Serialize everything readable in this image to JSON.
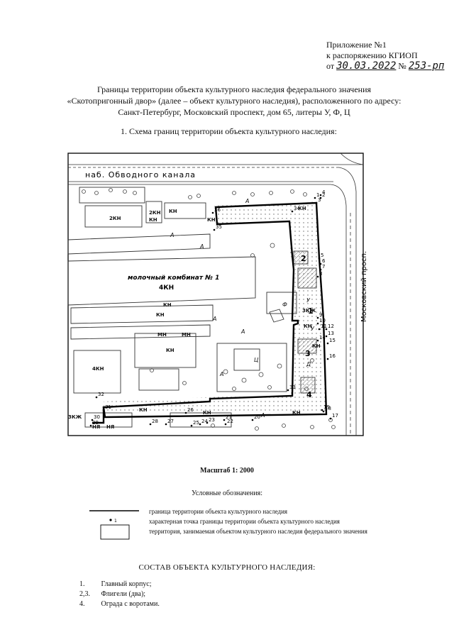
{
  "appendix": {
    "line1": "Приложение №1",
    "line2": "к распоряжению КГИОП",
    "from": "от",
    "date": "30.03.2022",
    "no_sign": "№",
    "number": "253-рп"
  },
  "title": {
    "line1": "Границы территории объекта культурного наследия федерального значения",
    "line2": "«Скотопригонный двор» (далее – объект культурного наследия), расположенного по адресу:",
    "line3": "Санкт-Петербург, Московский проспект, дом 65, литеры У, Ф, Ц"
  },
  "scheme_title": "1.   Схема границ территории объекта культурного наследия:",
  "map": {
    "labels": {
      "embankment": "наб. Обводного канала",
      "prospect": "Московский просп.",
      "factory": "молочный комбинат № 1",
      "factory_kn": "4КН"
    },
    "building_codes": [
      "2КН",
      "2КН",
      "КН",
      "КН",
      "КН",
      "КН",
      "4КН",
      "КН",
      "КН",
      "МН",
      "КН",
      "МН",
      "3КЖ",
      "КН",
      "КН",
      "КН",
      "КН",
      "НЯ",
      "НЯ",
      "3КЖ",
      "КН"
    ],
    "area_letters": [
      "А",
      "А",
      "А",
      "А",
      "А",
      "А",
      "А",
      "Ц",
      "Ф",
      "У",
      "У",
      "Д"
    ],
    "object_numbers": [
      "1",
      "2",
      "3",
      "4"
    ],
    "points": [
      "1",
      "2",
      "3",
      "4",
      "5",
      "6",
      "7",
      "8",
      "9",
      "10",
      "11",
      "12",
      "13",
      "14",
      "15",
      "16",
      "17",
      "18",
      "19",
      "20",
      "21",
      "22",
      "23",
      "24",
      "25",
      "26",
      "27",
      "28",
      "29",
      "30",
      "31",
      "32",
      "33",
      "34",
      "35",
      "36"
    ]
  },
  "scale": "Масштаб 1: 2000",
  "legend": {
    "title": "Условные обозначения:",
    "items": [
      {
        "text": "граница территории объекта культурного наследия",
        "symbol": "line"
      },
      {
        "text": "характерная точка границы территории объекта культурного наследия",
        "symbol": "point",
        "point_label": "1"
      },
      {
        "text": "территория, занимаемая объектом культурного наследия федерального значения",
        "symbol": "rect"
      }
    ]
  },
  "composition": {
    "title": "СОСТАВ ОБЪЕКТА КУЛЬТУРНОГО НАСЛЕДИЯ:",
    "items": [
      {
        "num": "1.",
        "text": "Главный корпус;"
      },
      {
        "num": "2,3.",
        "text": "Флигели (два);"
      },
      {
        "num": "4.",
        "text": "Ограда с воротами."
      }
    ]
  }
}
